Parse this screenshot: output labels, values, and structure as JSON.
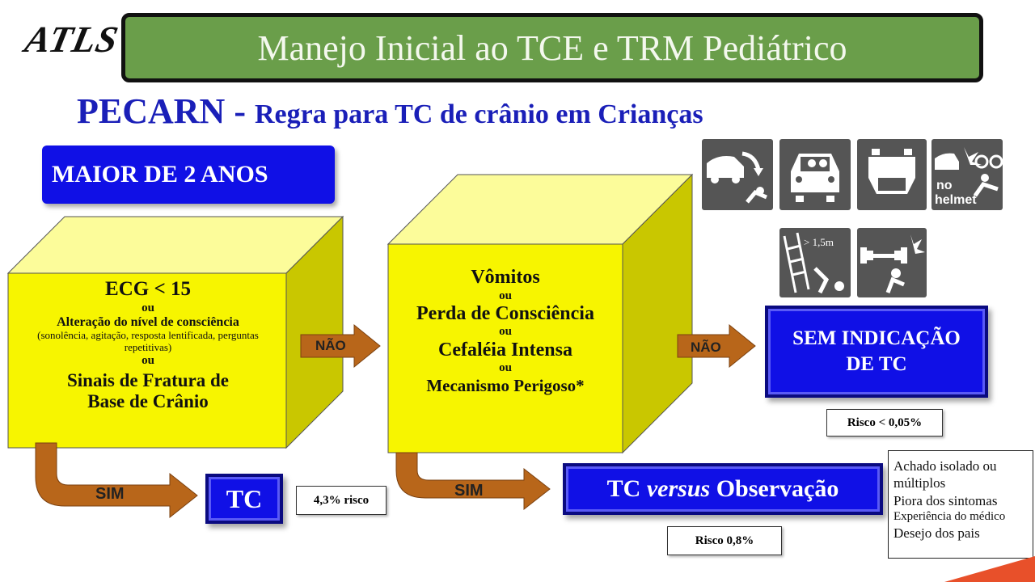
{
  "logo": "ATLS",
  "title": "Manejo Inicial ao TCE e TRM Pediátrico",
  "subtitle": {
    "main": "PECARN - ",
    "rest": "Regra para TC de crânio em Crianças"
  },
  "age_group": "MAIOR DE 2 ANOS",
  "box1": {
    "line1": "ECG < 15",
    "or1": "ou",
    "line2": "Alteração do nível de consciência",
    "detail": "(sonolência, agitação, resposta lentificada, perguntas repetitivas)",
    "or2": "ou",
    "line3": "Sinais de Fratura de",
    "line4": "Base de Crânio"
  },
  "box2": {
    "line1": "Vômitos",
    "or1": "ou",
    "line2": "Perda de Consciência",
    "or2": "ou",
    "line3": "Cefaléia Intensa",
    "or3": "ou",
    "line4": "Mecanismo Perigoso*"
  },
  "arrows": {
    "no1": "NÃO",
    "no2": "NÃO",
    "yes1": "SIM",
    "yes2": "SIM"
  },
  "outcomes": {
    "no_ct": {
      "line1": "SEM INDICAÇÃO",
      "line2": "DE TC"
    },
    "ct": "TC",
    "ct_vs_obs": {
      "pre": "TC ",
      "italic": "versus",
      "post": " Observação"
    }
  },
  "risks": {
    "no_ct": "Risco < 0,05%",
    "ct": "4,3% risco",
    "ct_vs_obs": "Risco 0,8%"
  },
  "side_note": [
    "Achado isolado ou",
    "múltiplos",
    "Piora dos sintomas",
    "Experiência do médico",
    "Desejo dos pais"
  ],
  "icons": {
    "fall_height_label": "> 1,5m",
    "helmet_label_1": "no",
    "helmet_label_2": "helmet"
  },
  "colors": {
    "banner": "#6a9e4a",
    "blue": "#1010e6",
    "cube_front": "#f7f500",
    "arrow": "#b8661a",
    "icon_bg": "#555555"
  }
}
